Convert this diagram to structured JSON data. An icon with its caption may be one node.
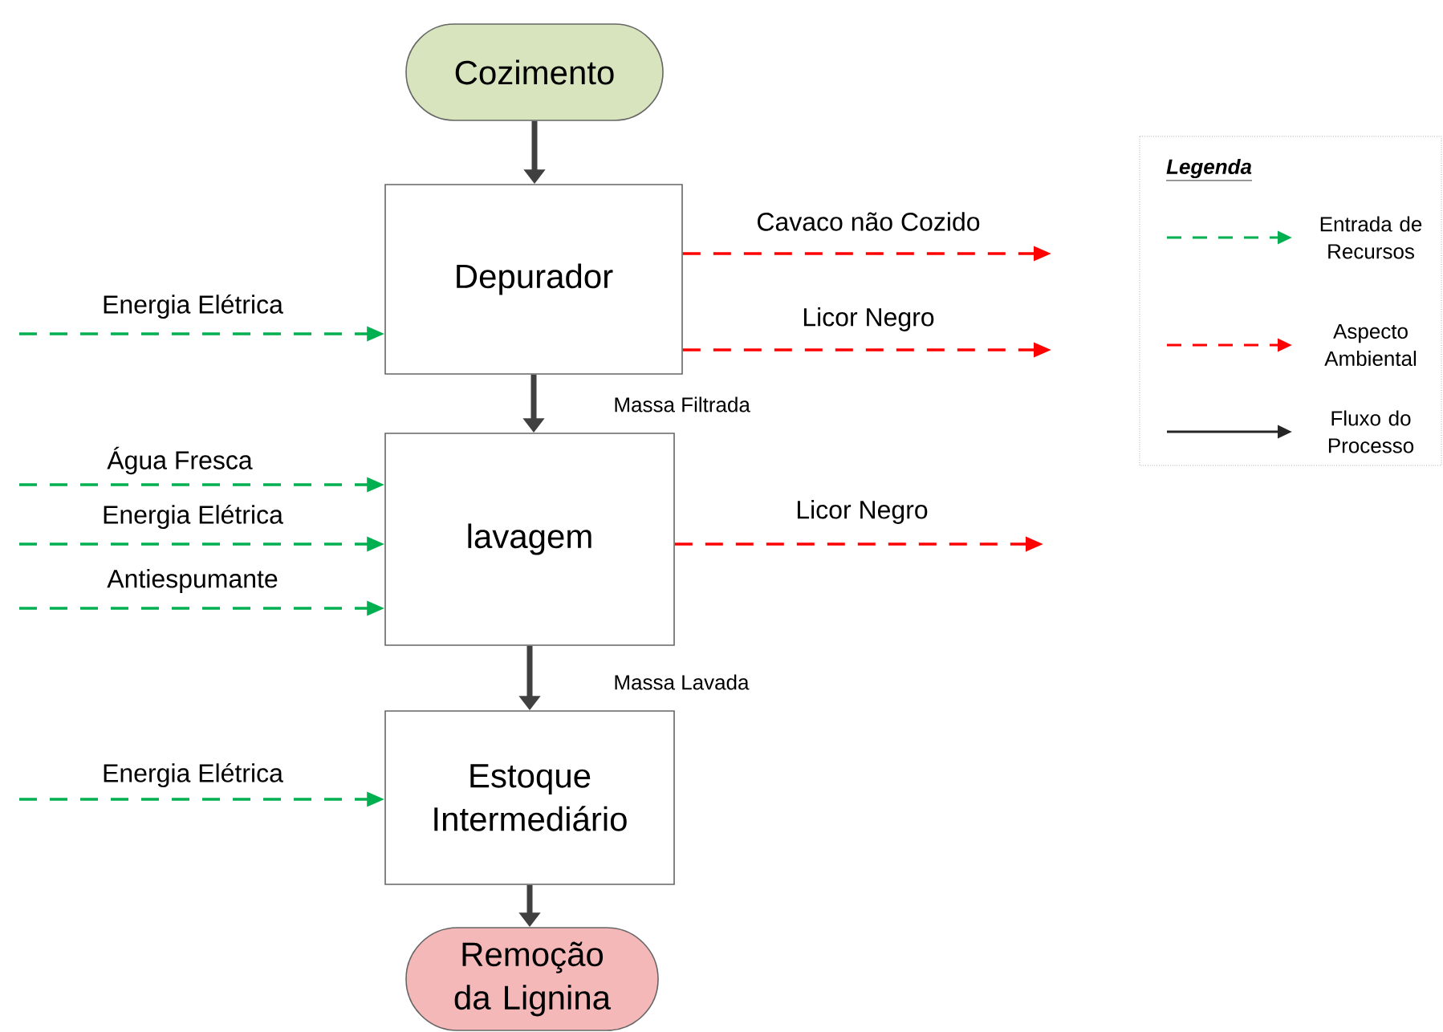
{
  "diagram": {
    "nodes": [
      {
        "text": [
          "Cozimento"
        ]
      },
      {
        "text": [
          "Depurador"
        ]
      },
      {
        "text": [
          "lavagem"
        ]
      },
      {
        "text": [
          "Estoque Intermediário"
        ]
      },
      {
        "text": [
          "Remoção da Lignina"
        ]
      }
    ],
    "edges": [
      {
        "from": 0,
        "to": 1,
        "arrow": "to",
        "style": "thick",
        "color": "#404040"
      },
      {
        "from": 1,
        "to": 2,
        "arrow": "to",
        "style": "thick",
        "color": "#404040",
        "label": "Massa Filtrada"
      },
      {
        "from": 2,
        "to": 3,
        "arrow": "to",
        "style": "thick",
        "color": "#404040",
        "label": "Massa Lavada"
      },
      {
        "from": 3,
        "to": 4,
        "arrow": "to",
        "style": "thick",
        "color": "#404040"
      },
      {
        "from": null,
        "to": 1,
        "arrow": "to",
        "style": "dashed",
        "color": "#00b050",
        "label": "Energia Elétrica"
      },
      {
        "from": 1,
        "to": null,
        "arrow": "to",
        "style": "dashed",
        "color": "#ff0000",
        "label": "Cavaco não Cozido"
      },
      {
        "from": 1,
        "to": null,
        "arrow": "to",
        "style": "dashed",
        "color": "#ff0000",
        "label": "Licor Negro"
      },
      {
        "from": null,
        "to": 2,
        "arrow": "to",
        "style": "dashed",
        "color": "#00b050",
        "label": "Água Fresca"
      },
      {
        "from": null,
        "to": 2,
        "arrow": "to",
        "style": "dashed",
        "color": "#00b050",
        "label": "Energia Elétrica"
      },
      {
        "from": null,
        "to": 2,
        "arrow": "to",
        "style": "dashed",
        "color": "#00b050",
        "label": "Antiespumante"
      },
      {
        "from": 2,
        "to": null,
        "arrow": "to",
        "style": "dashed",
        "color": "#ff0000",
        "label": "Licor Negro"
      },
      {
        "from": null,
        "to": 3,
        "arrow": "to",
        "style": "dashed",
        "color": "#00b050",
        "label": "Energia Elétrica"
      }
    ],
    "labels": [
      "Legenda"
    ],
    "legend": [
      {
        "text": "Entrada de Recursos"
      },
      {
        "text": "Aspecto Ambiental"
      },
      {
        "text": "Fluxo do Processo"
      }
    ]
  }
}
